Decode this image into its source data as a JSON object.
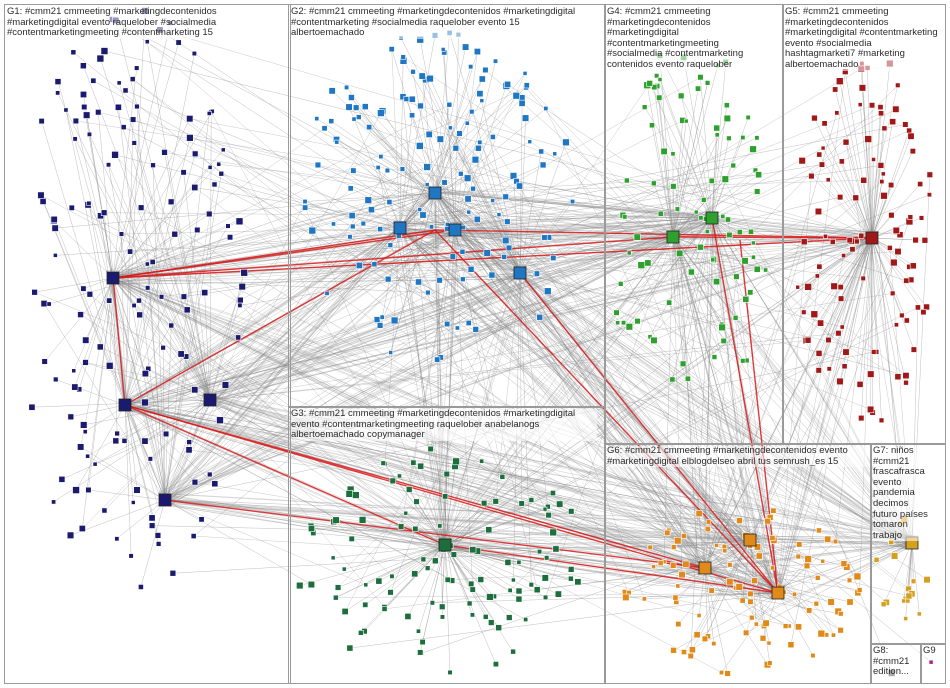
{
  "groups": [
    {
      "id": "G1",
      "label": "G1: #cmm21 cmmeeting #marketingdecontenidos #marketingdigital evento raquelober #socialmedia #contentmarketingmeeting #contentmarketing 15",
      "color": "#1a1a6e"
    },
    {
      "id": "G2",
      "label": "G2: #cmm21 cmmeeting #marketingdecontenidos #marketingdigital #contentmarketing #socialmedia raquelober evento 15 albertoemachado",
      "color": "#1f77c4"
    },
    {
      "id": "G3",
      "label": "G3: #cmm21 cmmeeting #marketingdecontenidos #marketingdigital evento #contentmarketingmeeting raquelober anabelanogs albertoemachado copymanager",
      "color": "#1c6e3c"
    },
    {
      "id": "G4",
      "label": "G4: #cmm21 cmmeeting #marketingdecontenidos #marketingdigital #contentmarketingmeeting #socialmedia #contentmarketing contenidos evento raquelober",
      "color": "#2ea02e"
    },
    {
      "id": "G5",
      "label": "G5: #cmm21 cmmeeting #marketingdecontenidos #marketingdigital #contentmarketing evento #socialmedia hashtagmarketi7 #marketing albertoemachado",
      "color": "#a01818"
    },
    {
      "id": "G6",
      "label": "G6: #cmm21 cmmeeting #marketingdecontenidos evento #marketingdigital elblogdelseo abril tus semrush_es 15",
      "color": "#e08a1a"
    },
    {
      "id": "G7",
      "label": "G7: niños #cmm21 frascafrasca evento pandemia decimos futuro países tomaron trabajo",
      "color": "#d4a020"
    },
    {
      "id": "G8",
      "label": "G8: #cmm21 edition...",
      "color": "#444444"
    },
    {
      "id": "G9",
      "label": "G9",
      "color": "#b0208a"
    }
  ],
  "colors": {
    "edge": "#8a8a8a",
    "edge_strong": "#d81818",
    "box_border": "#9a9a9a"
  }
}
